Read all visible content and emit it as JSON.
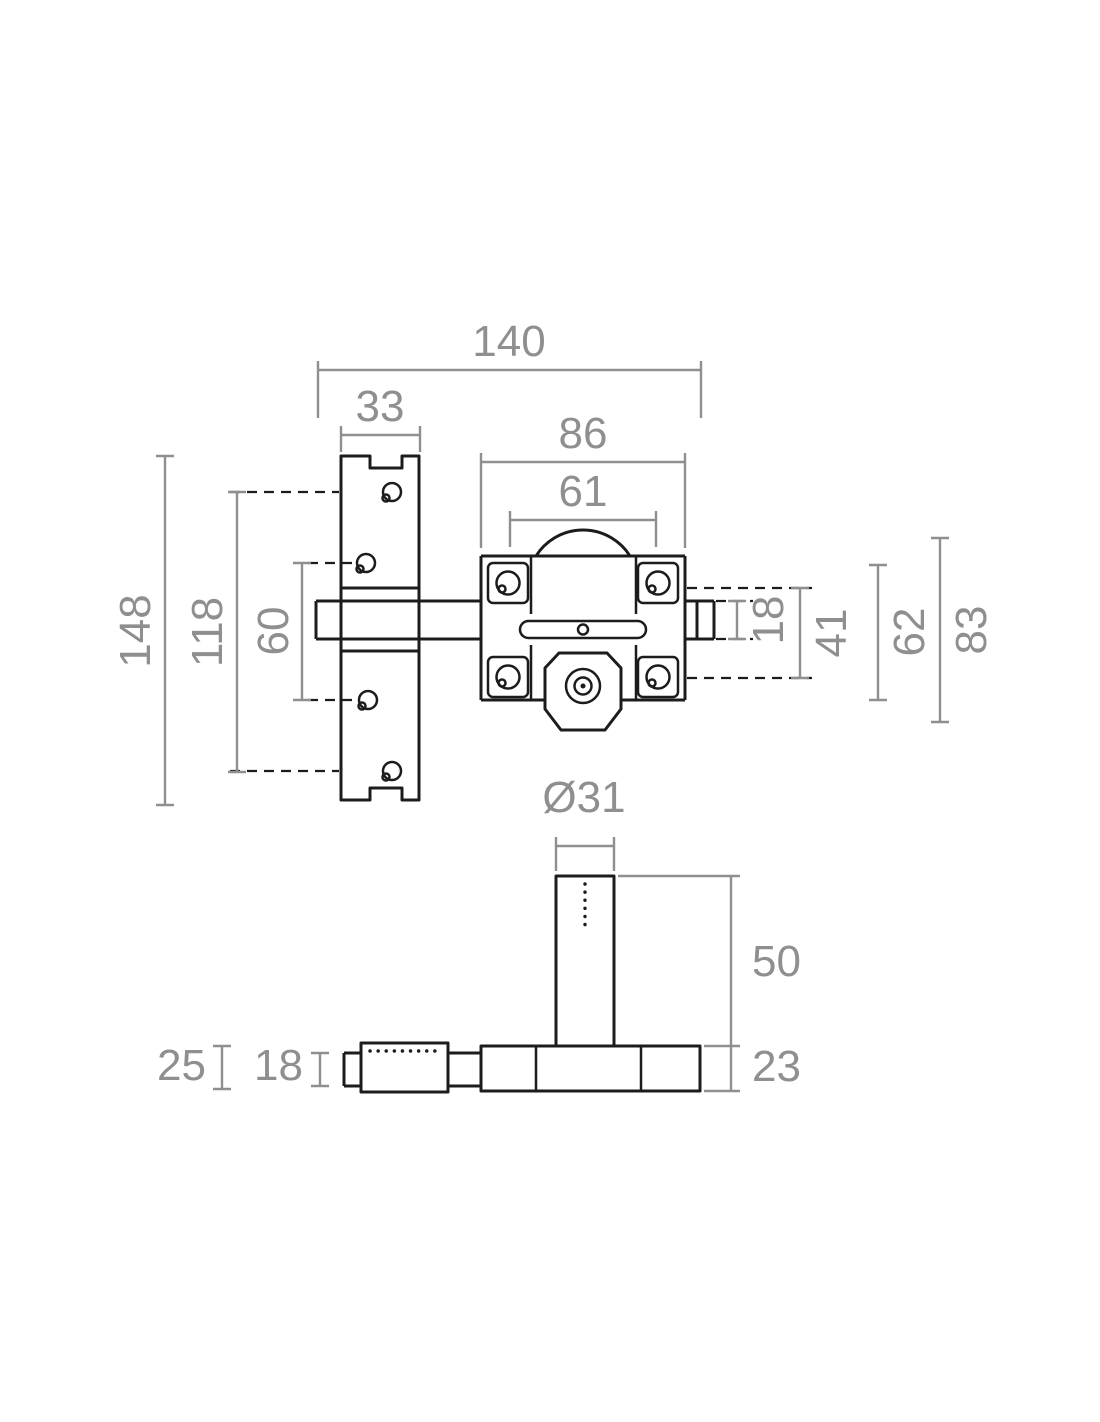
{
  "colors": {
    "outline": "#1c1c1c",
    "dimension": "#8f8f8f",
    "background": "#ffffff"
  },
  "front_view": {
    "total_width": "140",
    "plate_width": "33",
    "body_width": "86",
    "hole_spacing": "61",
    "total_height": "148",
    "plate_hole_span": "118",
    "inner_hole_span": "60",
    "bolt_height": "18",
    "inner_height": "41",
    "body_height": "62",
    "overall_height": "83"
  },
  "bottom_view": {
    "cylinder_diameter": "Ø31",
    "cylinder_height": "50",
    "base_height": "23",
    "guide_height": "25",
    "bolt_thickness": "18"
  }
}
